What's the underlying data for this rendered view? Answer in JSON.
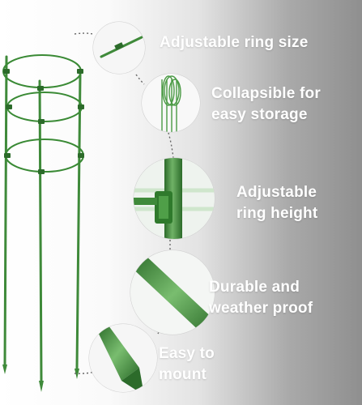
{
  "features": [
    {
      "id": "adjustable-ring-size",
      "label": "Adjustable ring size"
    },
    {
      "id": "collapsible",
      "label": "Collapsible for\neasy storage"
    },
    {
      "id": "adjustable-ring-height",
      "label": "Adjustable\nring height"
    },
    {
      "id": "durable",
      "label": "Durable and\nweather proof"
    },
    {
      "id": "easy-mount",
      "label": "Easy to\nmount"
    }
  ],
  "colors": {
    "stake_green": "#3f8a3a",
    "stake_dark": "#2c6b2a",
    "stake_light": "#6fb266",
    "label_text": "#ffffff",
    "connector_line": "#666666"
  }
}
